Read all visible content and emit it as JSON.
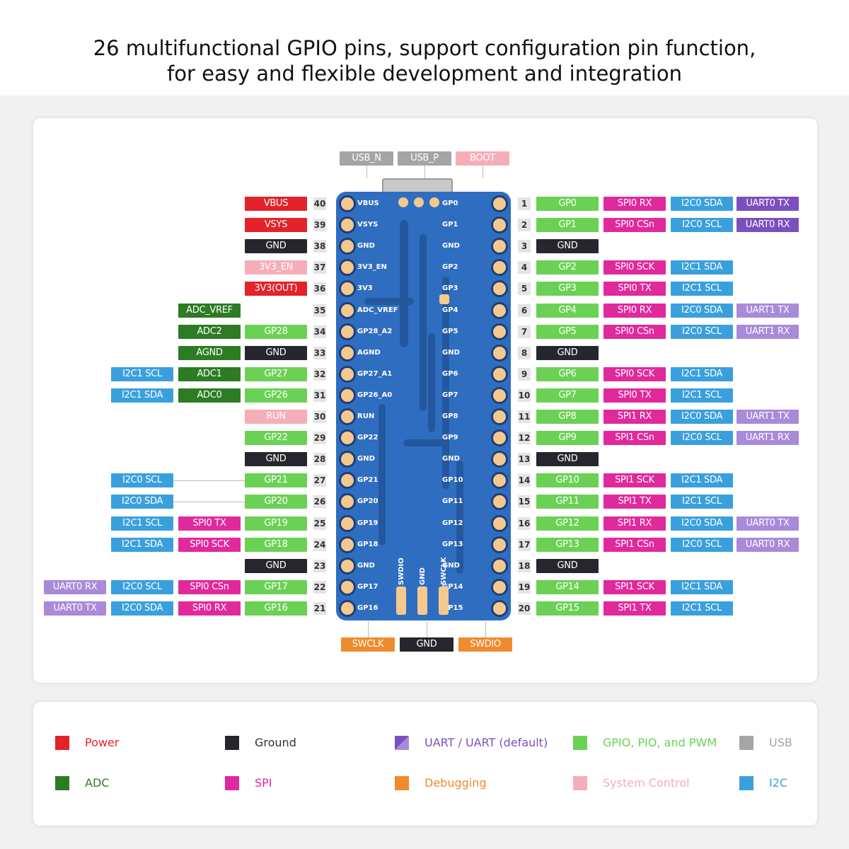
{
  "header": {
    "line1": "26 multifunctional GPIO pins, support configuration pin function,",
    "line2": "for easy and flexible development and integration"
  },
  "colors": {
    "power": "#e2232a",
    "ground": "#25262e",
    "uart": "#7b4fbf",
    "uart_default": "#a98ad9",
    "gpio": "#6bd155",
    "usb": "#a5a5a5",
    "adc": "#2d7b23",
    "spi": "#e02a9c",
    "debug": "#ef8b2c",
    "system": "#f5aeb8",
    "i2c": "#3aa0dd",
    "board": "#2f6dc0"
  },
  "top_labels": [
    {
      "text": "USB_N",
      "kind": "usb"
    },
    {
      "text": "USB_P",
      "kind": "usb"
    },
    {
      "text": "BOOT",
      "kind": "system"
    }
  ],
  "bottom_labels": [
    {
      "text": "SWCLK",
      "kind": "debug"
    },
    {
      "text": "GND",
      "kind": "ground"
    },
    {
      "text": "SWDIO",
      "kind": "debug"
    }
  ],
  "left_pins": [
    {
      "num": "40",
      "silk": "VBUS",
      "cols": [
        null,
        null,
        null,
        {
          "t": "VBUS",
          "k": "power"
        }
      ]
    },
    {
      "num": "39",
      "silk": "VSYS",
      "cols": [
        null,
        null,
        null,
        {
          "t": "VSYS",
          "k": "power"
        }
      ]
    },
    {
      "num": "38",
      "silk": "GND",
      "cols": [
        null,
        null,
        null,
        {
          "t": "GND",
          "k": "ground"
        }
      ]
    },
    {
      "num": "37",
      "silk": "3V3_EN",
      "cols": [
        null,
        null,
        null,
        {
          "t": "3V3_EN",
          "k": "system"
        }
      ]
    },
    {
      "num": "36",
      "silk": "3V3",
      "cols": [
        null,
        null,
        null,
        {
          "t": "3V3(OUT)",
          "k": "power"
        }
      ]
    },
    {
      "num": "35",
      "silk": "ADC_VREF",
      "cols": [
        null,
        null,
        {
          "t": "ADC_VREF",
          "k": "adc"
        },
        null
      ]
    },
    {
      "num": "34",
      "silk": "GP28_A2",
      "cols": [
        null,
        null,
        {
          "t": "ADC2",
          "k": "adc"
        },
        {
          "t": "GP28",
          "k": "gpio"
        }
      ]
    },
    {
      "num": "33",
      "silk": "AGND",
      "cols": [
        null,
        null,
        {
          "t": "AGND",
          "k": "adc"
        },
        {
          "t": "GND",
          "k": "ground"
        }
      ]
    },
    {
      "num": "32",
      "silk": "GP27_A1",
      "cols": [
        {
          "t": "I2C1 SCL",
          "k": "i2c"
        },
        null,
        {
          "t": "ADC1",
          "k": "adc"
        },
        {
          "t": "GP27",
          "k": "gpio"
        }
      ]
    },
    {
      "num": "31",
      "silk": "GP26_A0",
      "cols": [
        {
          "t": "I2C1 SDA",
          "k": "i2c"
        },
        null,
        {
          "t": "ADC0",
          "k": "adc"
        },
        {
          "t": "GP26",
          "k": "gpio"
        }
      ]
    },
    {
      "num": "30",
      "silk": "RUN",
      "cols": [
        null,
        null,
        null,
        {
          "t": "RUN",
          "k": "system"
        }
      ]
    },
    {
      "num": "29",
      "silk": "GP22",
      "cols": [
        null,
        null,
        null,
        {
          "t": "GP22",
          "k": "gpio"
        }
      ]
    },
    {
      "num": "28",
      "silk": "GND",
      "cols": [
        null,
        null,
        null,
        {
          "t": "GND",
          "k": "ground"
        }
      ]
    },
    {
      "num": "27",
      "silk": "GP21",
      "cols": [
        {
          "t": "I2C0 SCL",
          "k": "i2c"
        },
        null,
        null,
        {
          "t": "GP21",
          "k": "gpio"
        }
      ]
    },
    {
      "num": "26",
      "silk": "GP20",
      "cols": [
        {
          "t": "I2C0 SDA",
          "k": "i2c"
        },
        null,
        null,
        {
          "t": "GP20",
          "k": "gpio"
        }
      ]
    },
    {
      "num": "25",
      "silk": "GP19",
      "cols": [
        {
          "t": "I2C1 SCL",
          "k": "i2c"
        },
        {
          "t": "SPI0 TX",
          "k": "spi"
        },
        null,
        {
          "t": "GP19",
          "k": "gpio"
        }
      ]
    },
    {
      "num": "24",
      "silk": "GP18",
      "cols": [
        {
          "t": "I2C1 SDA",
          "k": "i2c"
        },
        {
          "t": "SPI0 SCK",
          "k": "spi"
        },
        null,
        {
          "t": "GP18",
          "k": "gpio"
        }
      ]
    },
    {
      "num": "23",
      "silk": "GND",
      "cols": [
        null,
        null,
        null,
        {
          "t": "GND",
          "k": "ground"
        }
      ]
    },
    {
      "num": "22",
      "silk": "GP17",
      "cols": [
        {
          "t": "UART0 RX",
          "k": "uart_default"
        },
        {
          "t": "I2C0 SCL",
          "k": "i2c"
        },
        {
          "t": "SPI0 CSn",
          "k": "spi"
        },
        {
          "t": "GP17",
          "k": "gpio"
        }
      ]
    },
    {
      "num": "21",
      "silk": "GP16",
      "cols": [
        {
          "t": "UART0 TX",
          "k": "uart_default"
        },
        {
          "t": "I2C0 SDA",
          "k": "i2c"
        },
        {
          "t": "SPI0 RX",
          "k": "spi"
        },
        {
          "t": "GP16",
          "k": "gpio"
        }
      ]
    }
  ],
  "right_pins": [
    {
      "num": "1",
      "silk": "GP0",
      "cols": [
        {
          "t": "GP0",
          "k": "gpio"
        },
        {
          "t": "SPI0 RX",
          "k": "spi"
        },
        {
          "t": "I2C0 SDA",
          "k": "i2c"
        },
        {
          "t": "UART0 TX",
          "k": "uart"
        }
      ]
    },
    {
      "num": "2",
      "silk": "GP1",
      "cols": [
        {
          "t": "GP1",
          "k": "gpio"
        },
        {
          "t": "SPI0 CSn",
          "k": "spi"
        },
        {
          "t": "I2C0 SCL",
          "k": "i2c"
        },
        {
          "t": "UART0 RX",
          "k": "uart"
        }
      ]
    },
    {
      "num": "3",
      "silk": "GND",
      "cols": [
        {
          "t": "GND",
          "k": "ground"
        },
        null,
        null,
        null
      ]
    },
    {
      "num": "4",
      "silk": "GP2",
      "cols": [
        {
          "t": "GP2",
          "k": "gpio"
        },
        {
          "t": "SPI0 SCK",
          "k": "spi"
        },
        {
          "t": "I2C1 SDA",
          "k": "i2c"
        },
        null
      ]
    },
    {
      "num": "5",
      "silk": "GP3",
      "cols": [
        {
          "t": "GP3",
          "k": "gpio"
        },
        {
          "t": "SPI0 TX",
          "k": "spi"
        },
        {
          "t": "I2C1 SCL",
          "k": "i2c"
        },
        null
      ]
    },
    {
      "num": "6",
      "silk": "GP4",
      "cols": [
        {
          "t": "GP4",
          "k": "gpio"
        },
        {
          "t": "SPI0 RX",
          "k": "spi"
        },
        {
          "t": "I2C0 SDA",
          "k": "i2c"
        },
        {
          "t": "UART1 TX",
          "k": "uart_default"
        }
      ]
    },
    {
      "num": "7",
      "silk": "GP5",
      "cols": [
        {
          "t": "GP5",
          "k": "gpio"
        },
        {
          "t": "SPI0 CSn",
          "k": "spi"
        },
        {
          "t": "I2C0 SCL",
          "k": "i2c"
        },
        {
          "t": "UART1 RX",
          "k": "uart_default"
        }
      ]
    },
    {
      "num": "8",
      "silk": "GND",
      "cols": [
        {
          "t": "GND",
          "k": "ground"
        },
        null,
        null,
        null
      ]
    },
    {
      "num": "9",
      "silk": "GP6",
      "cols": [
        {
          "t": "GP6",
          "k": "gpio"
        },
        {
          "t": "SPI0 SCK",
          "k": "spi"
        },
        {
          "t": "I2C1 SDA",
          "k": "i2c"
        },
        null
      ]
    },
    {
      "num": "10",
      "silk": "GP7",
      "cols": [
        {
          "t": "GP7",
          "k": "gpio"
        },
        {
          "t": "SPI0 TX",
          "k": "spi"
        },
        {
          "t": "I2C1 SCL",
          "k": "i2c"
        },
        null
      ]
    },
    {
      "num": "11",
      "silk": "GP8",
      "cols": [
        {
          "t": "GP8",
          "k": "gpio"
        },
        {
          "t": "SPI1 RX",
          "k": "spi"
        },
        {
          "t": "I2C0 SDA",
          "k": "i2c"
        },
        {
          "t": "UART1 TX",
          "k": "uart_default"
        }
      ]
    },
    {
      "num": "12",
      "silk": "GP9",
      "cols": [
        {
          "t": "GP9",
          "k": "gpio"
        },
        {
          "t": "SPI1 CSn",
          "k": "spi"
        },
        {
          "t": "I2C0 SCL",
          "k": "i2c"
        },
        {
          "t": "UART1 RX",
          "k": "uart_default"
        }
      ]
    },
    {
      "num": "13",
      "silk": "GND",
      "cols": [
        {
          "t": "GND",
          "k": "ground"
        },
        null,
        null,
        null
      ]
    },
    {
      "num": "14",
      "silk": "GP10",
      "cols": [
        {
          "t": "GP10",
          "k": "gpio"
        },
        {
          "t": "SPI1 SCK",
          "k": "spi"
        },
        {
          "t": "I2C1 SDA",
          "k": "i2c"
        },
        null
      ]
    },
    {
      "num": "15",
      "silk": "GP11",
      "cols": [
        {
          "t": "GP11",
          "k": "gpio"
        },
        {
          "t": "SPI1 TX",
          "k": "spi"
        },
        {
          "t": "I2C1 SCL",
          "k": "i2c"
        },
        null
      ]
    },
    {
      "num": "16",
      "silk": "GP12",
      "cols": [
        {
          "t": "GP12",
          "k": "gpio"
        },
        {
          "t": "SPI1 RX",
          "k": "spi"
        },
        {
          "t": "I2C0 SDA",
          "k": "i2c"
        },
        {
          "t": "UART0 TX",
          "k": "uart_default"
        }
      ]
    },
    {
      "num": "17",
      "silk": "GP13",
      "cols": [
        {
          "t": "GP13",
          "k": "gpio"
        },
        {
          "t": "SPI1 CSn",
          "k": "spi"
        },
        {
          "t": "I2C0 SCL",
          "k": "i2c"
        },
        {
          "t": "UART0 RX",
          "k": "uart_default"
        }
      ]
    },
    {
      "num": "18",
      "silk": "GND",
      "cols": [
        {
          "t": "GND",
          "k": "ground"
        },
        null,
        null,
        null
      ]
    },
    {
      "num": "19",
      "silk": "GP14",
      "cols": [
        {
          "t": "GP14",
          "k": "gpio"
        },
        {
          "t": "SPI1 SCK",
          "k": "spi"
        },
        {
          "t": "I2C1 SDA",
          "k": "i2c"
        },
        null
      ]
    },
    {
      "num": "20",
      "silk": "GP15",
      "cols": [
        {
          "t": "GP15",
          "k": "gpio"
        },
        {
          "t": "SPI1 TX",
          "k": "spi"
        },
        {
          "t": "I2C1 SCL",
          "k": "i2c"
        },
        null
      ]
    }
  ],
  "debug_silk": [
    "SWDIO",
    "GND",
    "SWCLK"
  ],
  "legend": [
    {
      "kind": "power",
      "label": "Power"
    },
    {
      "kind": "ground",
      "label": "Ground"
    },
    {
      "kind": "uart",
      "label": "UART / UART (default)"
    },
    {
      "kind": "gpio",
      "label": "GPIO, PIO, and PWM"
    },
    {
      "kind": "usb",
      "label": "USB"
    },
    {
      "kind": "adc",
      "label": "ADC"
    },
    {
      "kind": "spi",
      "label": "SPI"
    },
    {
      "kind": "debug",
      "label": "Debugging"
    },
    {
      "kind": "system",
      "label": "System Control"
    },
    {
      "kind": "i2c",
      "label": "I2C"
    }
  ]
}
